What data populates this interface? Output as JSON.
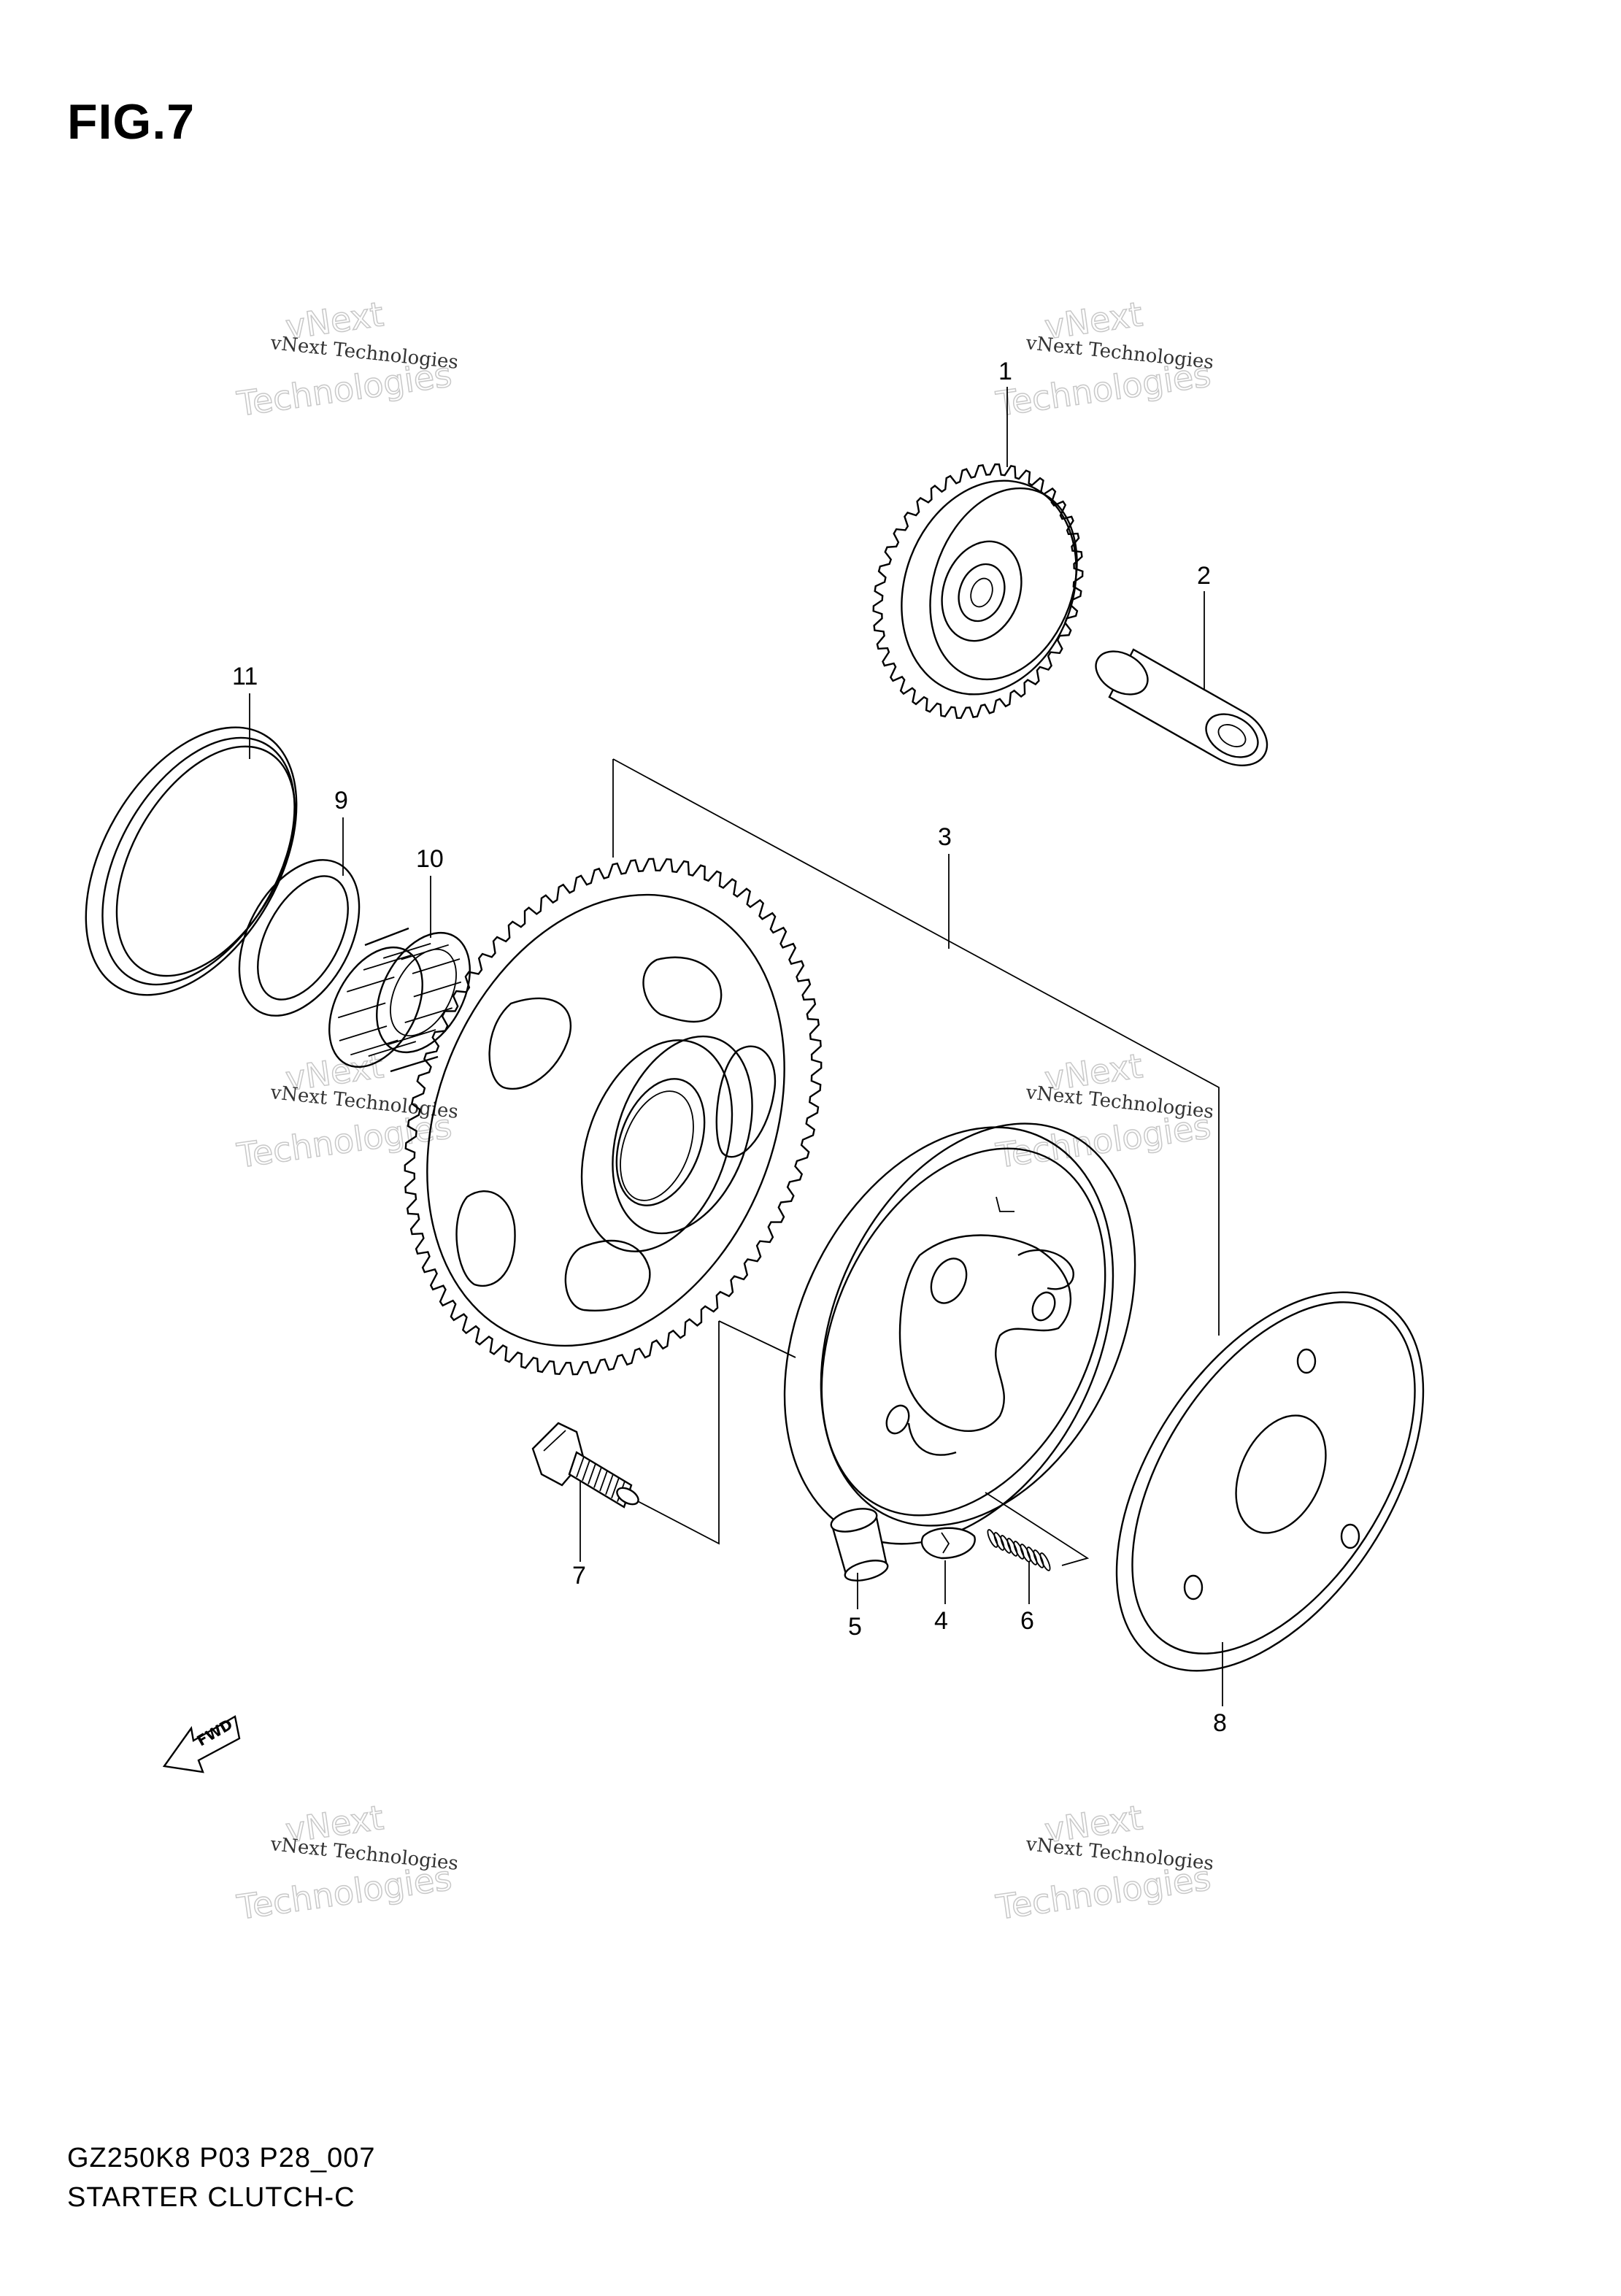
{
  "figure": {
    "title": "FIG.7",
    "code": "GZ250K8 P03 P28_007",
    "name": "STARTER CLUTCH-C"
  },
  "callouts": [
    "1",
    "2",
    "3",
    "4",
    "5",
    "6",
    "7",
    "8",
    "9",
    "10",
    "11"
  ],
  "watermark": {
    "line1": "vNext Technologies",
    "line2": "Technologies",
    "line3": "vNext"
  },
  "direction_label": "FWD"
}
